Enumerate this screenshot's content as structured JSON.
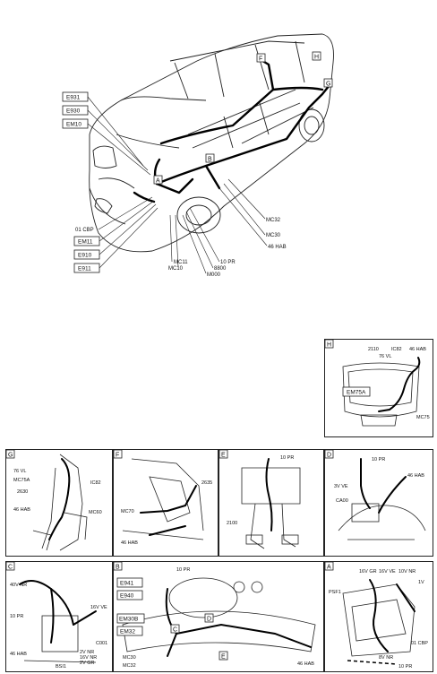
{
  "main": {
    "title": "",
    "box_labels": [
      "E931",
      "E930",
      "EM10",
      "EM11",
      "E910",
      "E911"
    ],
    "callouts": [
      "01 CBP",
      "MC11",
      "MC10",
      "10 PR",
      "8800",
      "M000",
      "MC32",
      "MC30",
      "46 HAB"
    ],
    "zone_letters": [
      "A",
      "B",
      "F",
      "H",
      "G"
    ]
  },
  "panels": {
    "H": {
      "letter": "H",
      "labels": [
        "2110",
        "IC82",
        "46 HAB",
        "76 VL",
        "MC75"
      ],
      "box": "EM75A"
    },
    "G": {
      "letter": "G",
      "labels": [
        "76 VL",
        "MC75A",
        "IC82",
        "2630",
        "46 HAB",
        "MC60"
      ]
    },
    "F": {
      "letter": "F",
      "labels": [
        "2635",
        "MC70",
        "46 HAB"
      ]
    },
    "E": {
      "letter": "E",
      "labels": [
        "10 PR",
        "2100"
      ]
    },
    "D": {
      "letter": "D",
      "labels": [
        "10 PR",
        "3V VE",
        "46 HAB",
        "CA00"
      ]
    },
    "C": {
      "letter": "C",
      "labels": [
        "40V NR",
        "10 PR",
        "16V VE",
        "2V NR",
        "16V NR",
        "2V GR",
        "C001",
        "46 HAB",
        "BSI1"
      ]
    },
    "B": {
      "letter": "B",
      "labels": [
        "10 PR",
        "MC30",
        "MC32",
        "46 HAB",
        "C",
        "D",
        "E"
      ],
      "boxes": [
        "E941",
        "E940",
        "EM30B",
        "EM32"
      ]
    },
    "A": {
      "letter": "A",
      "labels": [
        "16V GR",
        "16V VE",
        "10V NR",
        "1V",
        "PSF1",
        "01 CBP",
        "8V NR",
        "10 PR"
      ]
    }
  }
}
